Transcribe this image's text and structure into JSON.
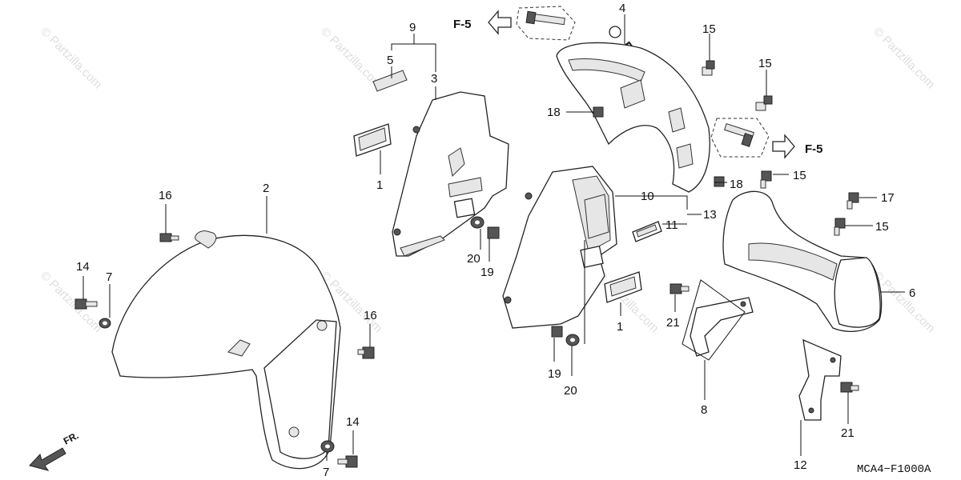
{
  "diagram": {
    "code": "MCA4−F1000A",
    "front_label": "FR.",
    "refs": [
      "F-5",
      "F-5"
    ],
    "watermarks": [
      "© Partzilla.com",
      "Partzilla.com"
    ],
    "callouts": {
      "c1a": "1",
      "c1b": "1",
      "c2": "2",
      "c3": "3",
      "c4": "4",
      "c5": "5",
      "c6": "6",
      "c7a": "7",
      "c7b": "7",
      "c8": "8",
      "c9": "9",
      "c10": "10",
      "c11": "11",
      "c12": "12",
      "c13": "13",
      "c14a": "14",
      "c14b": "14",
      "c15a": "15",
      "c15b": "15",
      "c15c": "15",
      "c15d": "15",
      "c16a": "16",
      "c16b": "16",
      "c17": "17",
      "c18a": "18",
      "c18b": "18",
      "c19a": "19",
      "c19b": "19",
      "c20a": "20",
      "c20b": "20",
      "c21a": "21",
      "c21b": "21"
    }
  }
}
